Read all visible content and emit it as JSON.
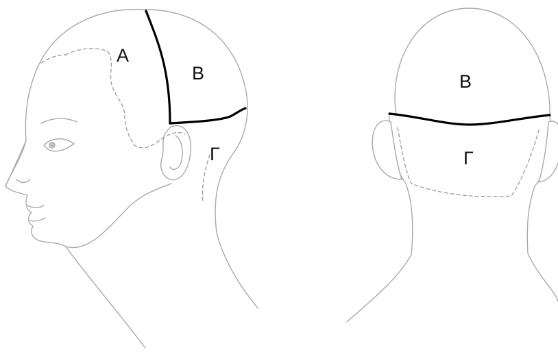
{
  "side_view": {
    "labels": {
      "a": "A",
      "b": "B",
      "g": "Г"
    }
  },
  "back_view": {
    "labels": {
      "b": "B",
      "g": "Г"
    }
  },
  "colors": {
    "outline": "#a9a9a9",
    "boundary": "#000000",
    "background": "#ffffff"
  }
}
